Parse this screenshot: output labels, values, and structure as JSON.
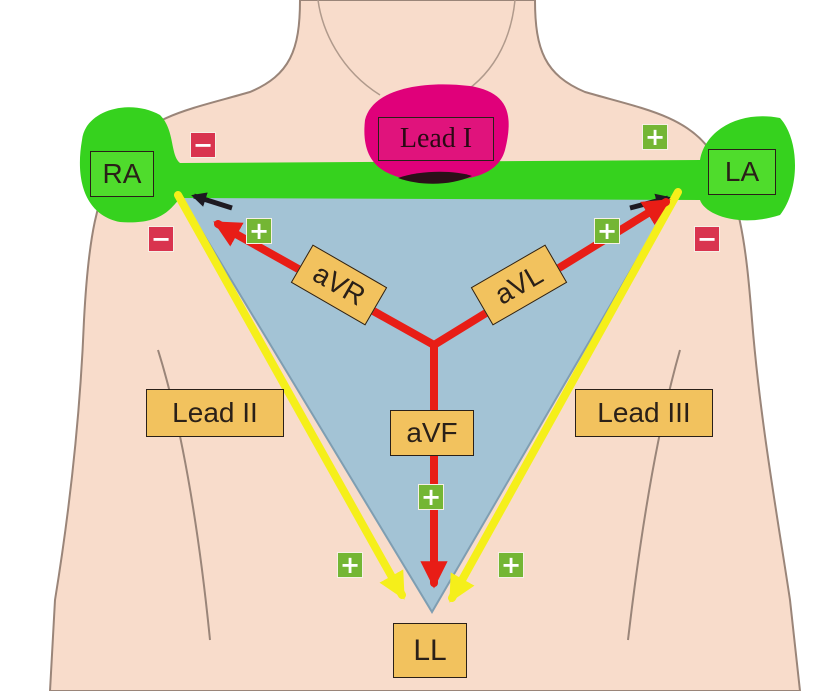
{
  "electrodes": {
    "right_arm": "RA",
    "left_arm": "LA",
    "left_leg": "LL"
  },
  "leads": {
    "lead_1": "Lead I",
    "lead_2": "Lead II",
    "lead_3": "Lead III",
    "avr": "aVR",
    "avl": "aVL",
    "avf": "aVF"
  },
  "signs": {
    "plus": "+",
    "minus": "−"
  },
  "colors": {
    "skin": "#f8dccb",
    "outline": "#9a8579",
    "triangle_fill": "#a3c3d5",
    "lead_i_highlight": "#36d21e",
    "limb_lead_arrow": "#f5ef1a",
    "augmented_arrow": "#e81d16",
    "pink_highlight": "#e0007a",
    "label_fill": "#f2c25e",
    "plus_sign": "#74b634",
    "minus_sign": "#d9344f"
  }
}
